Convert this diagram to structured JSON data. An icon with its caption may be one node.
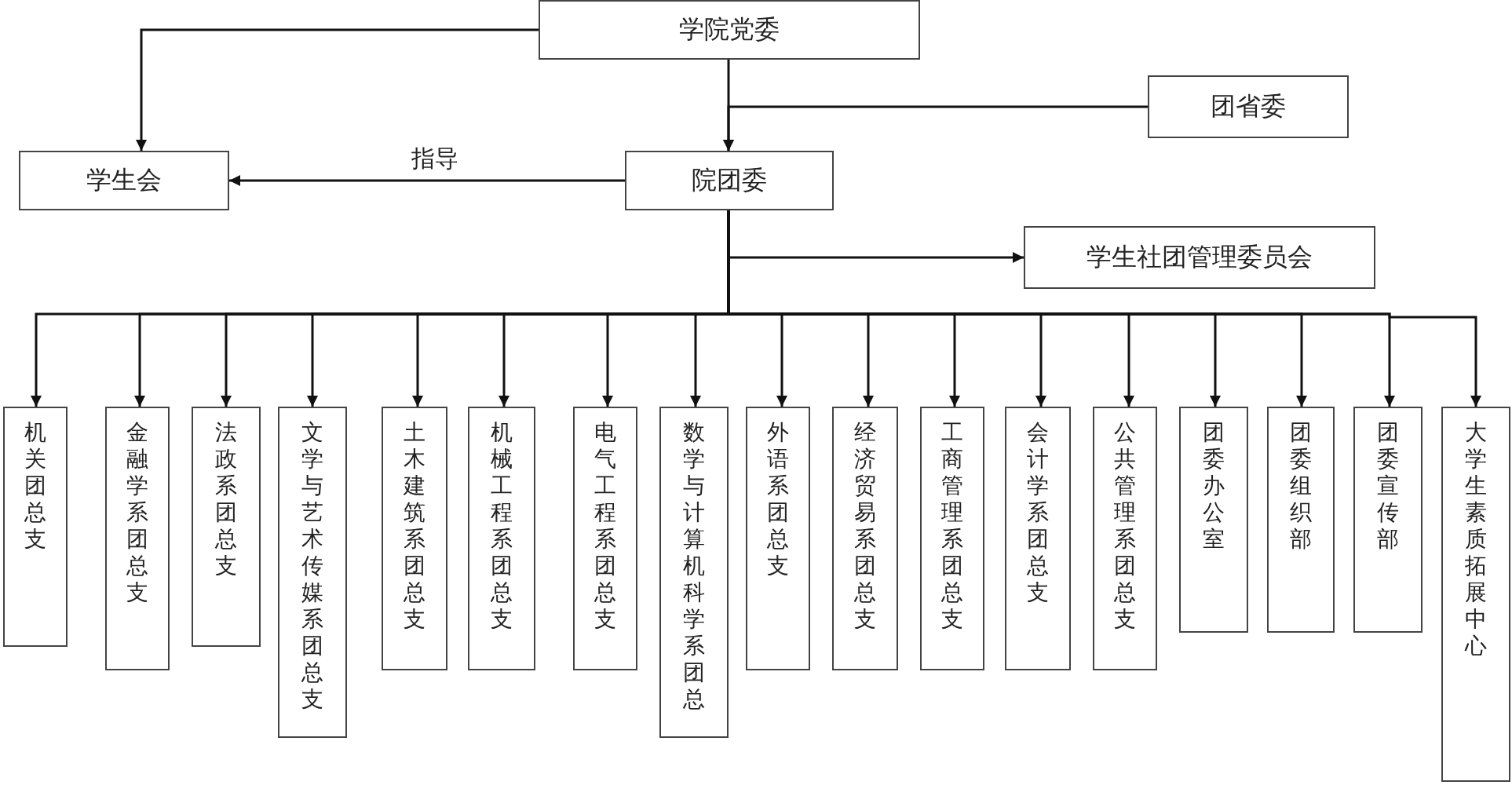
{
  "diagram": {
    "nodes": [
      {
        "text": [
          "学院党委"
        ]
      },
      {
        "text": [
          "团省委"
        ]
      },
      {
        "text": [
          "学生会"
        ]
      },
      {
        "text": [
          "院团委"
        ]
      },
      {
        "text": [
          "学生社团管理委员会"
        ]
      },
      {
        "text": [
          "机关团总支"
        ]
      },
      {
        "text": [
          "金融学系团总支"
        ]
      },
      {
        "text": [
          "法政系团总支"
        ]
      },
      {
        "text": [
          "文学与艺术传媒系团总支"
        ]
      },
      {
        "text": [
          "土木建筑系团总支"
        ]
      },
      {
        "text": [
          "机械工程系团总支"
        ]
      },
      {
        "text": [
          "电气工程系团总支"
        ]
      },
      {
        "text": [
          "数学与计算机科学系团总"
        ]
      },
      {
        "text": [
          "外语系团总支"
        ]
      },
      {
        "text": [
          "经济贸易系团总支"
        ]
      },
      {
        "text": [
          "工商管理系团总支"
        ]
      },
      {
        "text": [
          "会计学系团总支"
        ]
      },
      {
        "text": [
          "公共管理系团总支"
        ]
      },
      {
        "text": [
          "团委办公室"
        ]
      },
      {
        "text": [
          "团委组织部"
        ]
      },
      {
        "text": [
          "团委宣传部"
        ]
      },
      {
        "text": [
          "大学生素质拓展中心"
        ]
      }
    ],
    "edges": [
      {
        "from": 0,
        "to": 2,
        "arrow": "to"
      },
      {
        "from": 0,
        "to": 3,
        "arrow": "to"
      },
      {
        "from": 1,
        "to": 3,
        "arrow": "to"
      },
      {
        "from": 3,
        "to": 2,
        "arrow": "to",
        "label": "指导"
      },
      {
        "from": 3,
        "to": 4,
        "arrow": "to"
      },
      {
        "from": 3,
        "to": 5,
        "arrow": "to"
      },
      {
        "from": 3,
        "to": 6,
        "arrow": "to"
      },
      {
        "from": 3,
        "to": 7,
        "arrow": "to"
      },
      {
        "from": 3,
        "to": 8,
        "arrow": "to"
      },
      {
        "from": 3,
        "to": 9,
        "arrow": "to"
      },
      {
        "from": 3,
        "to": 10,
        "arrow": "to"
      },
      {
        "from": 3,
        "to": 11,
        "arrow": "to"
      },
      {
        "from": 3,
        "to": 12,
        "arrow": "to"
      },
      {
        "from": 3,
        "to": 13,
        "arrow": "to"
      },
      {
        "from": 3,
        "to": 14,
        "arrow": "to"
      },
      {
        "from": 3,
        "to": 15,
        "arrow": "to"
      },
      {
        "from": 3,
        "to": 16,
        "arrow": "to"
      },
      {
        "from": 3,
        "to": 17,
        "arrow": "to"
      },
      {
        "from": 3,
        "to": 18,
        "arrow": "to"
      },
      {
        "from": 3,
        "to": 19,
        "arrow": "to"
      },
      {
        "from": 3,
        "to": 20,
        "arrow": "to"
      },
      {
        "from": 3,
        "to": 21,
        "arrow": "to"
      }
    ]
  }
}
